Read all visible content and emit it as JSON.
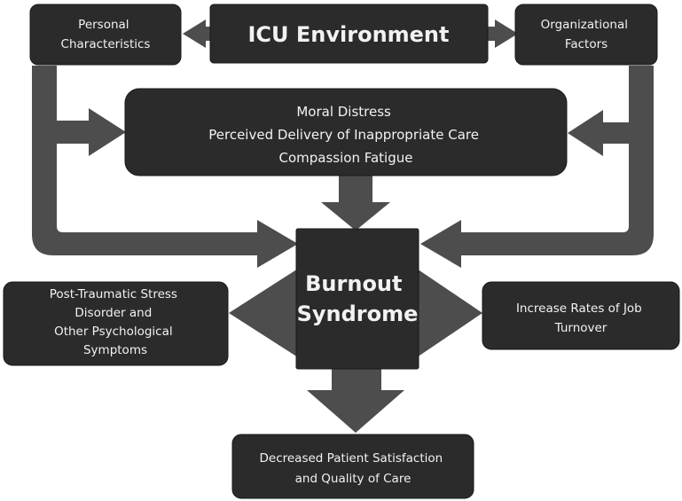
{
  "nodes": {
    "icu_environment": {
      "lines": [
        "ICU Environment"
      ]
    },
    "personal_characteristics": {
      "lines": [
        "Personal",
        "Characteristics"
      ]
    },
    "organizational_factors": {
      "lines": [
        "Organizational",
        "Factors"
      ]
    },
    "moral_distress": {
      "lines": [
        "Moral Distress",
        "Perceived Delivery of Inappropriate Care",
        "Compassion Fatigue"
      ]
    },
    "burnout_syndrome": {
      "lines": [
        "Burnout",
        "Syndrome"
      ]
    },
    "ptsd": {
      "lines": [
        "Post-Traumatic Stress",
        "Disorder and",
        "Other Psychological",
        "Symptoms"
      ]
    },
    "job_turnover": {
      "lines": [
        "Increase Rates of Job",
        "Turnover"
      ]
    },
    "patient_satisfaction": {
      "lines": [
        "Decreased Patient Satisfaction",
        "and Quality of Care"
      ]
    }
  },
  "colors": {
    "box_fill": "#2b2b2b",
    "box_stroke": "#1a1a1a",
    "arrow_fill": "#4d4d4d",
    "text": "#f2f2f2",
    "background": "#ffffff"
  }
}
